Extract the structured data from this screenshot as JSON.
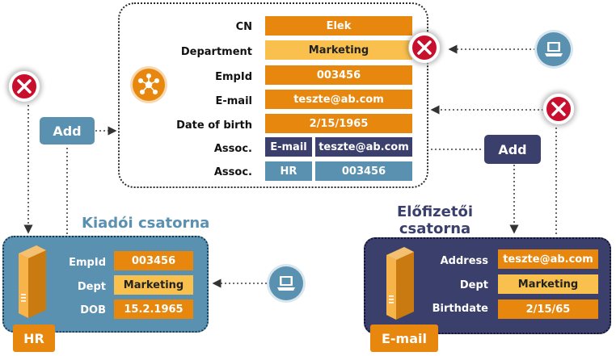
{
  "record": {
    "rows": [
      {
        "label": "CN",
        "value": "Elek"
      },
      {
        "label": "Department",
        "value": "Marketing"
      },
      {
        "label": "EmpId",
        "value": "003456"
      },
      {
        "label": "E-mail",
        "value": "teszte@ab.com"
      },
      {
        "label": "Date of birth",
        "value": "2/15/1965"
      },
      {
        "label": "Assoc.",
        "value": "E-mail",
        "value2": "teszte@ab.com"
      },
      {
        "label": "Assoc.",
        "value": "HR",
        "value2": "003456"
      }
    ]
  },
  "buttons": {
    "add_left": "Add",
    "add_right": "Add"
  },
  "hr_channel": {
    "title": "Kiadói csatorna",
    "tag": "HR",
    "fields": [
      {
        "label": "EmpId",
        "value": "003456"
      },
      {
        "label": "Dept",
        "value": "Marketing"
      },
      {
        "label": "DOB",
        "value": "15.2.1965"
      }
    ]
  },
  "email_channel": {
    "title_line1": "Előfizetői",
    "title_line2": "csatorna",
    "tag": "E-mail",
    "fields": [
      {
        "label": "Address",
        "value": "teszte@ab.com"
      },
      {
        "label": "Dept",
        "value": "Marketing"
      },
      {
        "label": "Birthdate",
        "value": "2/15/65"
      }
    ]
  },
  "colors": {
    "orange": "#e8870e",
    "yellow": "#f9c04e",
    "navy": "#3b3f6b",
    "steel": "#5a90b0",
    "reject_red": "#c8102e",
    "hr_title": "#5a90b0",
    "email_title": "#3b3f6b"
  },
  "icons": [
    "hub-icon",
    "reject-x-icon",
    "computer-icon",
    "server-icon"
  ]
}
